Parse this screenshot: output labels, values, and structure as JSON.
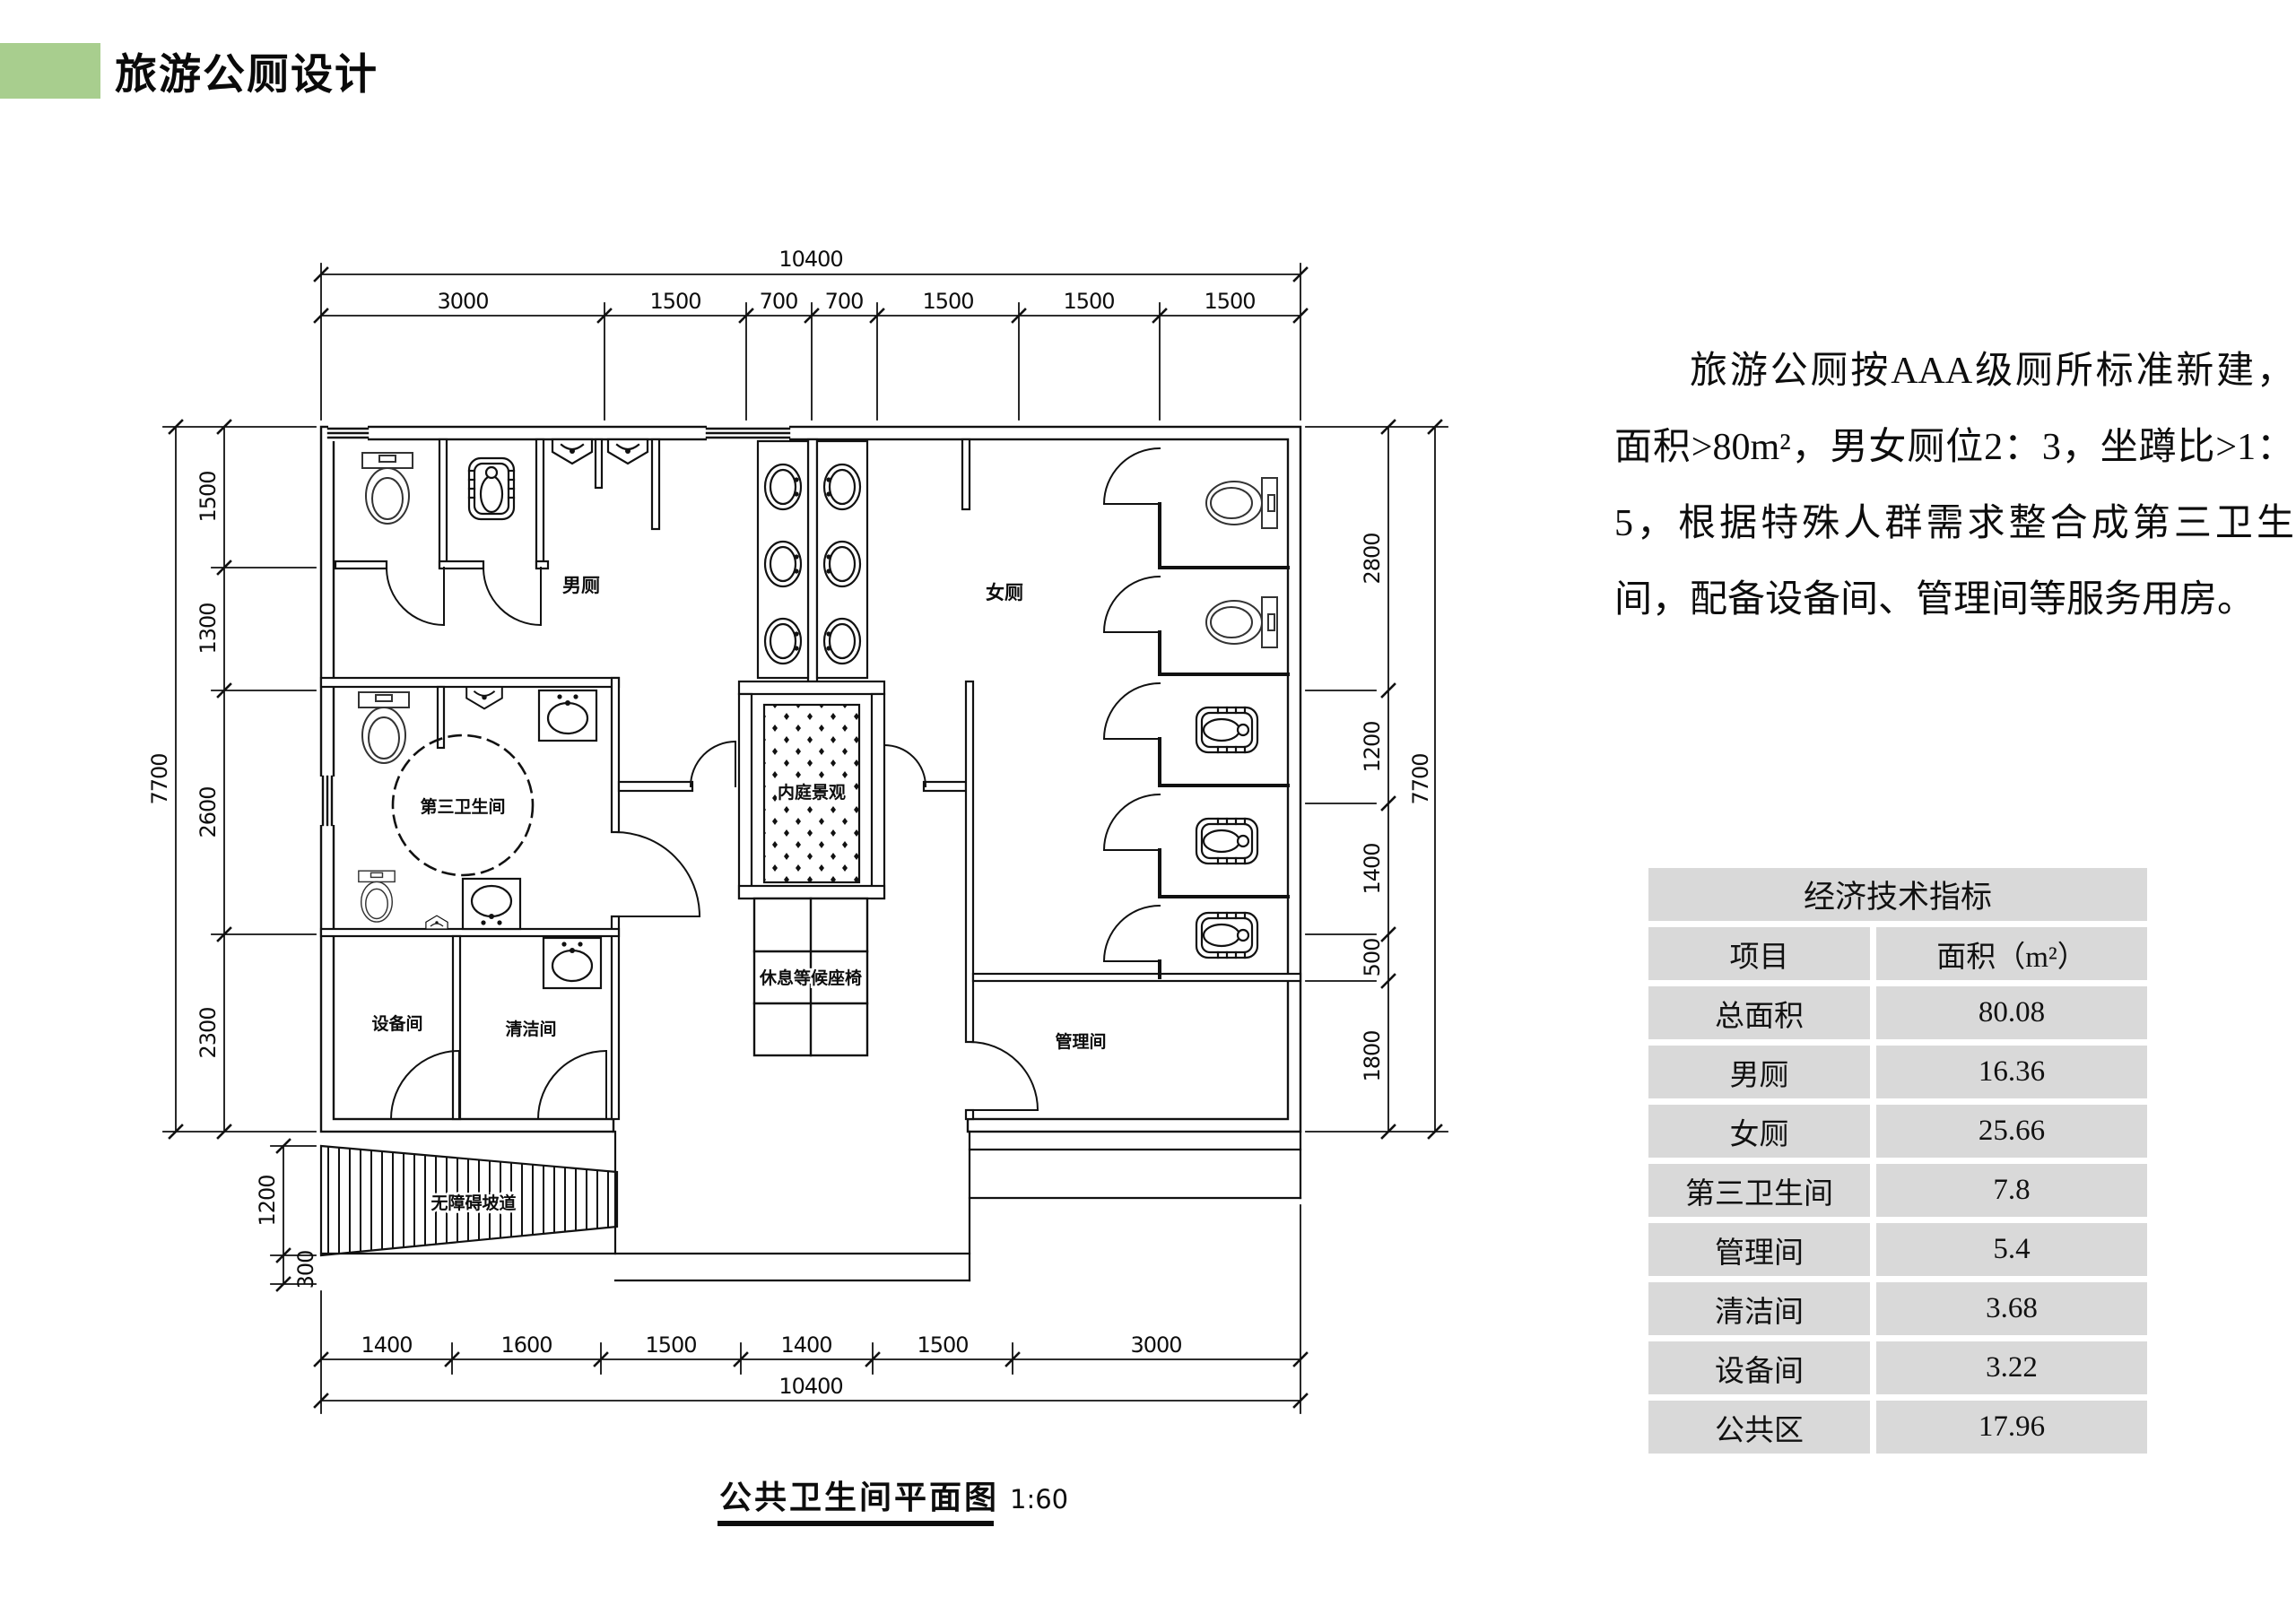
{
  "page": {
    "title": "旅游公厕设计",
    "accent_green": "#a8ce8e"
  },
  "description": {
    "text": "旅游公厕按AAA级厕所标准新建，面积>80m²，男女厕位2：3，坐蹲比>1：5，根据特殊人群需求整合成第三卫生间，配备设备间、管理间等服务用房。"
  },
  "plan": {
    "caption": "公共卫生间平面图",
    "scale_note": "1:60",
    "rooms": {
      "male": "男厕",
      "female": "女厕",
      "third": "第三卫生间",
      "courtyard": "内庭景观",
      "bench": "休息等候座椅",
      "equipment": "设备间",
      "cleaning": "清洁间",
      "management": "管理间",
      "ramp": "无障碍坡道"
    },
    "dims": {
      "top_total": "10400",
      "top_segments": [
        "3000",
        "1500",
        "700",
        "700",
        "1500",
        "1500",
        "1500"
      ],
      "bottom_segments": [
        "1400",
        "1600",
        "1500",
        "1400",
        "1500",
        "3000"
      ],
      "bottom_total": "10400",
      "left_total": "7700",
      "left_segments": [
        "1500",
        "1300",
        "2600",
        "2300"
      ],
      "right_segments": [
        "2800",
        "1200",
        "1400",
        "500",
        "1800"
      ],
      "right_total": "7700",
      "ramp_width": "1200",
      "ramp_step": "300"
    }
  },
  "table": {
    "title": "经济技术指标",
    "col_item": "项目",
    "col_area": "面积（m²）",
    "rows": [
      {
        "item": "总面积",
        "area": "80.08"
      },
      {
        "item": "男厕",
        "area": "16.36"
      },
      {
        "item": "女厕",
        "area": "25.66"
      },
      {
        "item": "第三卫生间",
        "area": "7.8"
      },
      {
        "item": "管理间",
        "area": "5.4"
      },
      {
        "item": "清洁间",
        "area": "3.68"
      },
      {
        "item": "设备间",
        "area": "3.22"
      },
      {
        "item": "公共区",
        "area": "17.96"
      }
    ]
  }
}
